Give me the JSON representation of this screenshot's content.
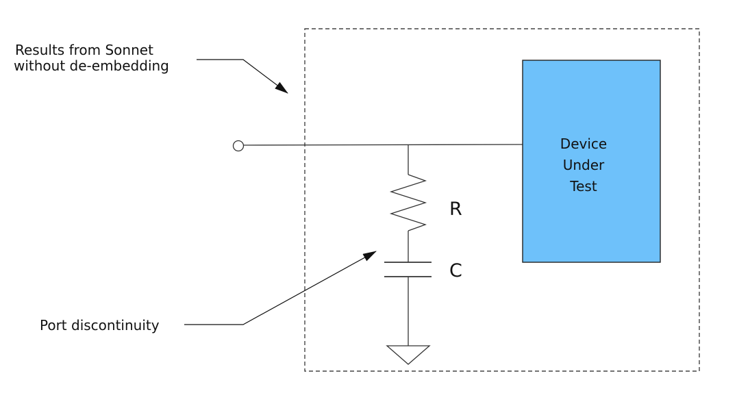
{
  "callouts": {
    "results": {
      "line1": "Results from Sonnet",
      "line2": "without de-embedding"
    },
    "port": {
      "label": "Port discontinuity"
    }
  },
  "components": {
    "resistor": {
      "label": "R"
    },
    "capacitor": {
      "label": "C"
    },
    "dut": {
      "line1": "Device",
      "line2": "Under",
      "line3": "Test",
      "fill": "#6ec1fa"
    }
  },
  "colors": {
    "stroke": "#333333",
    "dut_border": "#222222",
    "arrow": "#111111"
  }
}
